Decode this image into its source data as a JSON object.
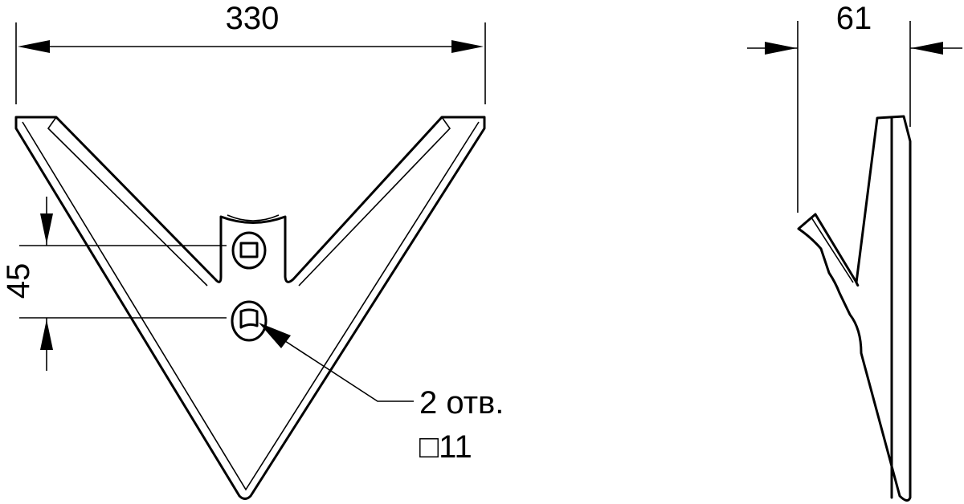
{
  "drawing": {
    "width_dimension": "330",
    "thickness_dimension": "61",
    "hole_spacing_dimension": "45",
    "holes_callout_count": "2 отв.",
    "holes_callout_size": "□11"
  },
  "colors": {
    "line": "#000000",
    "background": "#ffffff"
  }
}
